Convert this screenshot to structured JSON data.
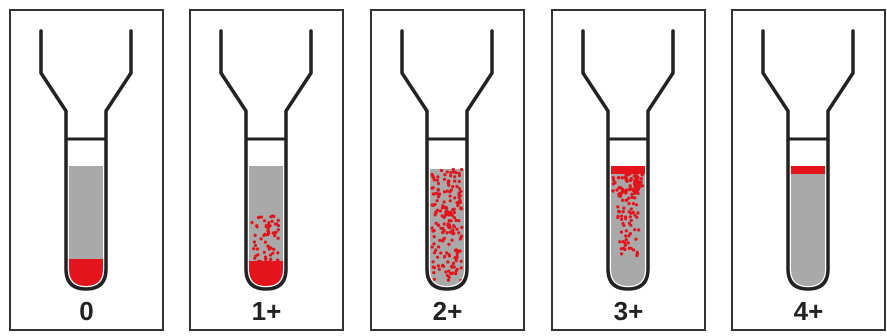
{
  "colors": {
    "frame": "#333333",
    "tube_outline": "#222222",
    "serum": "#a9a9a9",
    "red_cells": "#e3141b",
    "background": "#ffffff"
  },
  "panels": [
    {
      "grade": "0",
      "pattern": "pellet"
    },
    {
      "grade": "1+",
      "pattern": "pellet-with-dispersed-cells"
    },
    {
      "grade": "2+",
      "pattern": "dispersed-throughout"
    },
    {
      "grade": "3+",
      "pattern": "top-band-with-dispersed-cells"
    },
    {
      "grade": "4+",
      "pattern": "top-band"
    }
  ]
}
